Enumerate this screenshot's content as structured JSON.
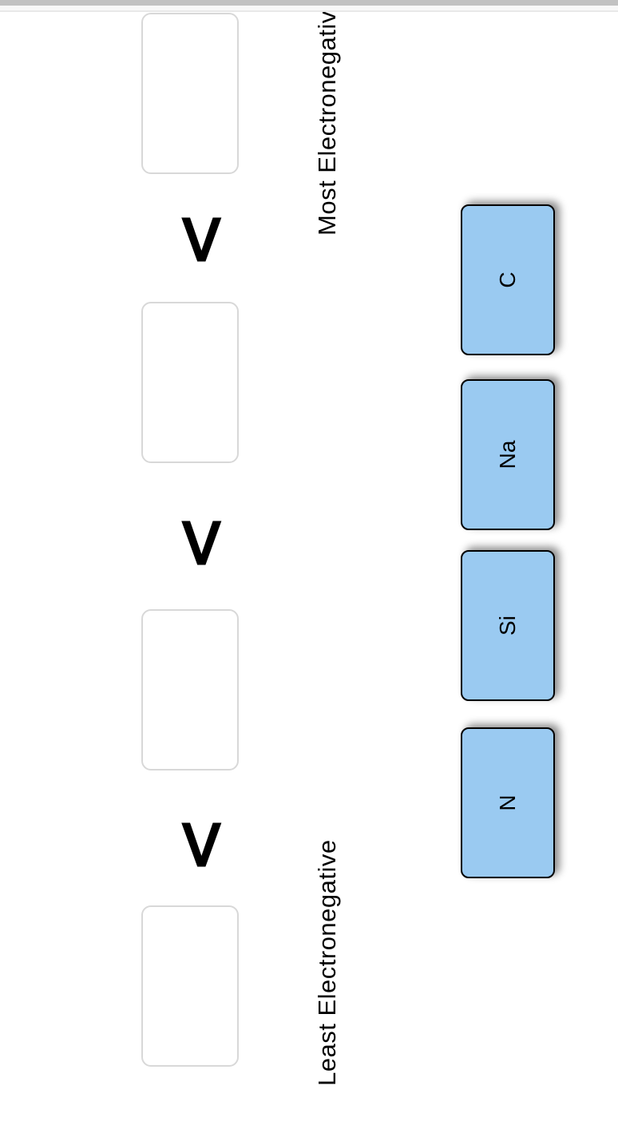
{
  "question": {
    "most_label": "Most Electronegative",
    "least_label": "Least Electronegative",
    "order_symbol": "<",
    "drop_zones": [
      "",
      "",
      "",
      ""
    ],
    "tiles": [
      {
        "label": "N"
      },
      {
        "label": "Si"
      },
      {
        "label": "Na"
      },
      {
        "label": "C"
      }
    ]
  },
  "colors": {
    "tile_fill": "#9acaf1",
    "tile_border": "#000000",
    "box_border": "#d8d8d8",
    "edge_line": "#e8e8e8",
    "scroll_track": "#f8f8f8",
    "scroll_thumb": "#c2c2c2"
  }
}
